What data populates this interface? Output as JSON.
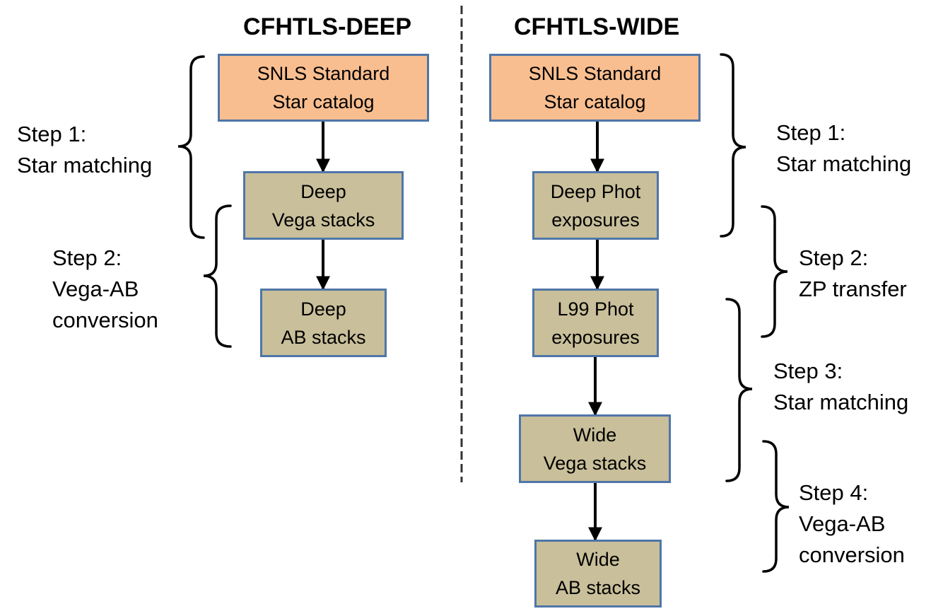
{
  "columns": {
    "deep": {
      "title": "CFHTLS-DEEP",
      "boxes": [
        {
          "line1": "SNLS Standard",
          "line2": "Star catalog"
        },
        {
          "line1": "Deep",
          "line2": "Vega stacks"
        },
        {
          "line1": "Deep",
          "line2": "AB stacks"
        }
      ],
      "steps": [
        {
          "line1": "Step 1:",
          "line2": "Star matching",
          "line3": ""
        },
        {
          "line1": "Step 2:",
          "line2": "Vega-AB",
          "line3": "conversion"
        }
      ]
    },
    "wide": {
      "title": "CFHTLS-WIDE",
      "boxes": [
        {
          "line1": "SNLS Standard",
          "line2": "Star catalog"
        },
        {
          "line1": "Deep Phot",
          "line2": "exposures"
        },
        {
          "line1": "L99 Phot",
          "line2": "exposures"
        },
        {
          "line1": "Wide",
          "line2": "Vega stacks"
        },
        {
          "line1": "Wide",
          "line2": "AB stacks"
        }
      ],
      "steps": [
        {
          "line1": "Step 1:",
          "line2": "Star matching",
          "line3": ""
        },
        {
          "line1": "Step 2:",
          "line2": "ZP transfer",
          "line3": ""
        },
        {
          "line1": "Step 3:",
          "line2": "Star matching",
          "line3": ""
        },
        {
          "line1": "Step 4:",
          "line2": "Vega-AB",
          "line3": "conversion"
        }
      ]
    }
  },
  "colors": {
    "source_box": "#f9be8f",
    "stage_box": "#c9bf9a",
    "box_border": "#4f76a8"
  }
}
